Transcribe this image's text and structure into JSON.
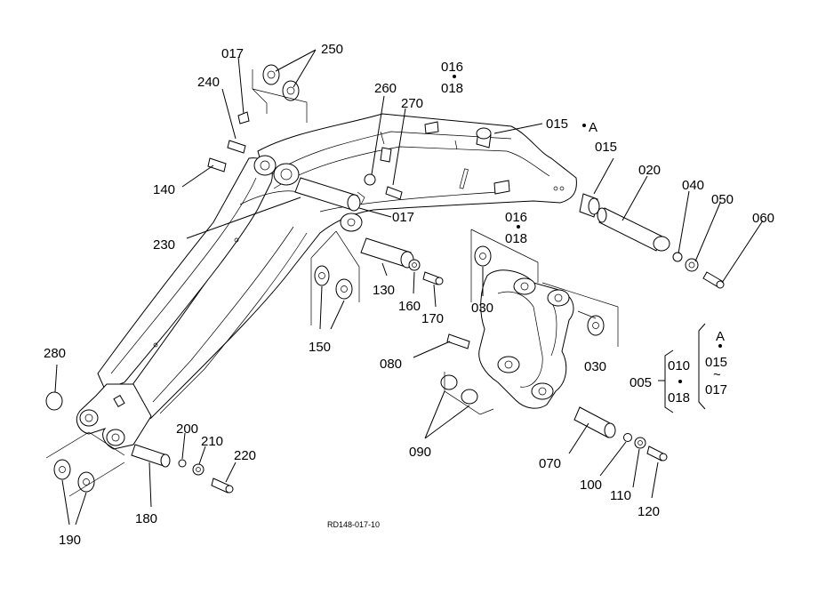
{
  "drawing_code": "RD148-017-10",
  "callouts": [
    {
      "id": "017a",
      "text": "017"
    },
    {
      "id": "250",
      "text": "250"
    },
    {
      "id": "240",
      "text": "240"
    },
    {
      "id": "016a",
      "text": "016"
    },
    {
      "id": "018a",
      "text": "018"
    },
    {
      "id": "260",
      "text": "260"
    },
    {
      "id": "270",
      "text": "270"
    },
    {
      "id": "015a",
      "text": "015"
    },
    {
      "id": "A1",
      "text": "A"
    },
    {
      "id": "015b",
      "text": "015"
    },
    {
      "id": "020",
      "text": "020"
    },
    {
      "id": "040",
      "text": "040"
    },
    {
      "id": "050",
      "text": "050"
    },
    {
      "id": "060",
      "text": "060"
    },
    {
      "id": "140",
      "text": "140"
    },
    {
      "id": "230",
      "text": "230"
    },
    {
      "id": "017b",
      "text": "017"
    },
    {
      "id": "016b",
      "text": "016"
    },
    {
      "id": "018b",
      "text": "018"
    },
    {
      "id": "130",
      "text": "130"
    },
    {
      "id": "160",
      "text": "160"
    },
    {
      "id": "170",
      "text": "170"
    },
    {
      "id": "030a",
      "text": "030"
    },
    {
      "id": "150",
      "text": "150"
    },
    {
      "id": "030b",
      "text": "030"
    },
    {
      "id": "080",
      "text": "080"
    },
    {
      "id": "280",
      "text": "280"
    },
    {
      "id": "090",
      "text": "090"
    },
    {
      "id": "200",
      "text": "200"
    },
    {
      "id": "210",
      "text": "210"
    },
    {
      "id": "220",
      "text": "220"
    },
    {
      "id": "180",
      "text": "180"
    },
    {
      "id": "190",
      "text": "190"
    },
    {
      "id": "070",
      "text": "070"
    },
    {
      "id": "100",
      "text": "100"
    },
    {
      "id": "110",
      "text": "110"
    },
    {
      "id": "120",
      "text": "120"
    },
    {
      "id": "005",
      "text": "005"
    },
    {
      "id": "010",
      "text": "010"
    },
    {
      "id": "018c",
      "text": "018"
    },
    {
      "id": "A2",
      "text": "A"
    },
    {
      "id": "015c",
      "text": "015"
    },
    {
      "id": "tilde",
      "text": "~"
    },
    {
      "id": "017c",
      "text": "017"
    }
  ]
}
